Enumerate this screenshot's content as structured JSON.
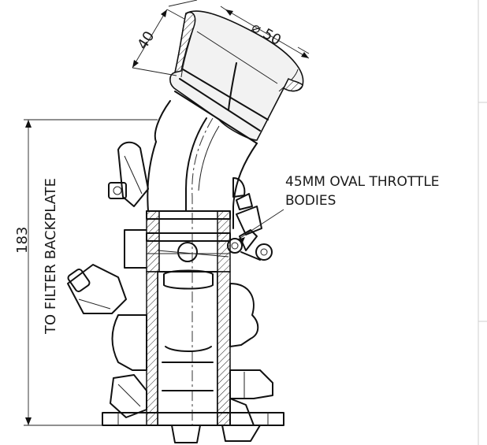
{
  "title": "",
  "labels": {
    "diameter": "⌀ 50",
    "length": "40",
    "height_value": "183",
    "height_note": "TO FILTER BACKPLATE",
    "callout_line1": "45MM OVAL THROTTLE",
    "callout_line2": "BODIES"
  },
  "colors": {
    "line": "#111111",
    "background": "#ffffff",
    "frame": "#cfcfcf"
  }
}
